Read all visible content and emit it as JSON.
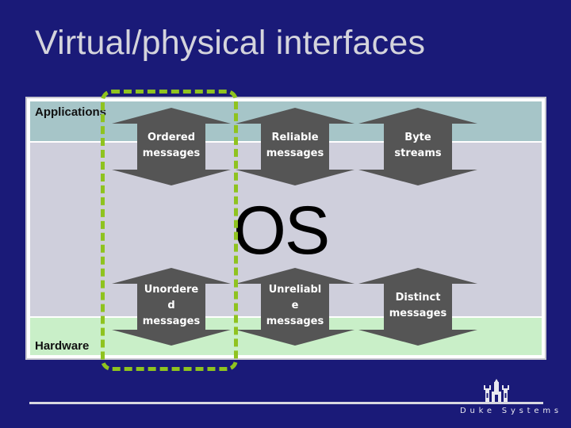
{
  "slide": {
    "title": "Virtual/physical interfaces"
  },
  "layers": {
    "applications": "Applications",
    "os": "OS",
    "hardware": "Hardware"
  },
  "top_arrows": [
    {
      "label": "Ordered\nmessages"
    },
    {
      "label": "Reliable\nmessages"
    },
    {
      "label": "Byte\nstreams"
    }
  ],
  "bottom_arrows": [
    {
      "label": "Unordere\nd\nmessages"
    },
    {
      "label": "Unreliabl\ne\nmessages"
    },
    {
      "label": "Distinct\nmessages"
    }
  ],
  "footer": {
    "brand": "Duke Systems"
  },
  "colors": {
    "background": "#1a1a78",
    "applications_band": "#a6c5c8",
    "os_band": "#cfcfdc",
    "hardware_band": "#c9efc8",
    "arrow_fill": "#555555",
    "highlight": "#8fc31f"
  }
}
